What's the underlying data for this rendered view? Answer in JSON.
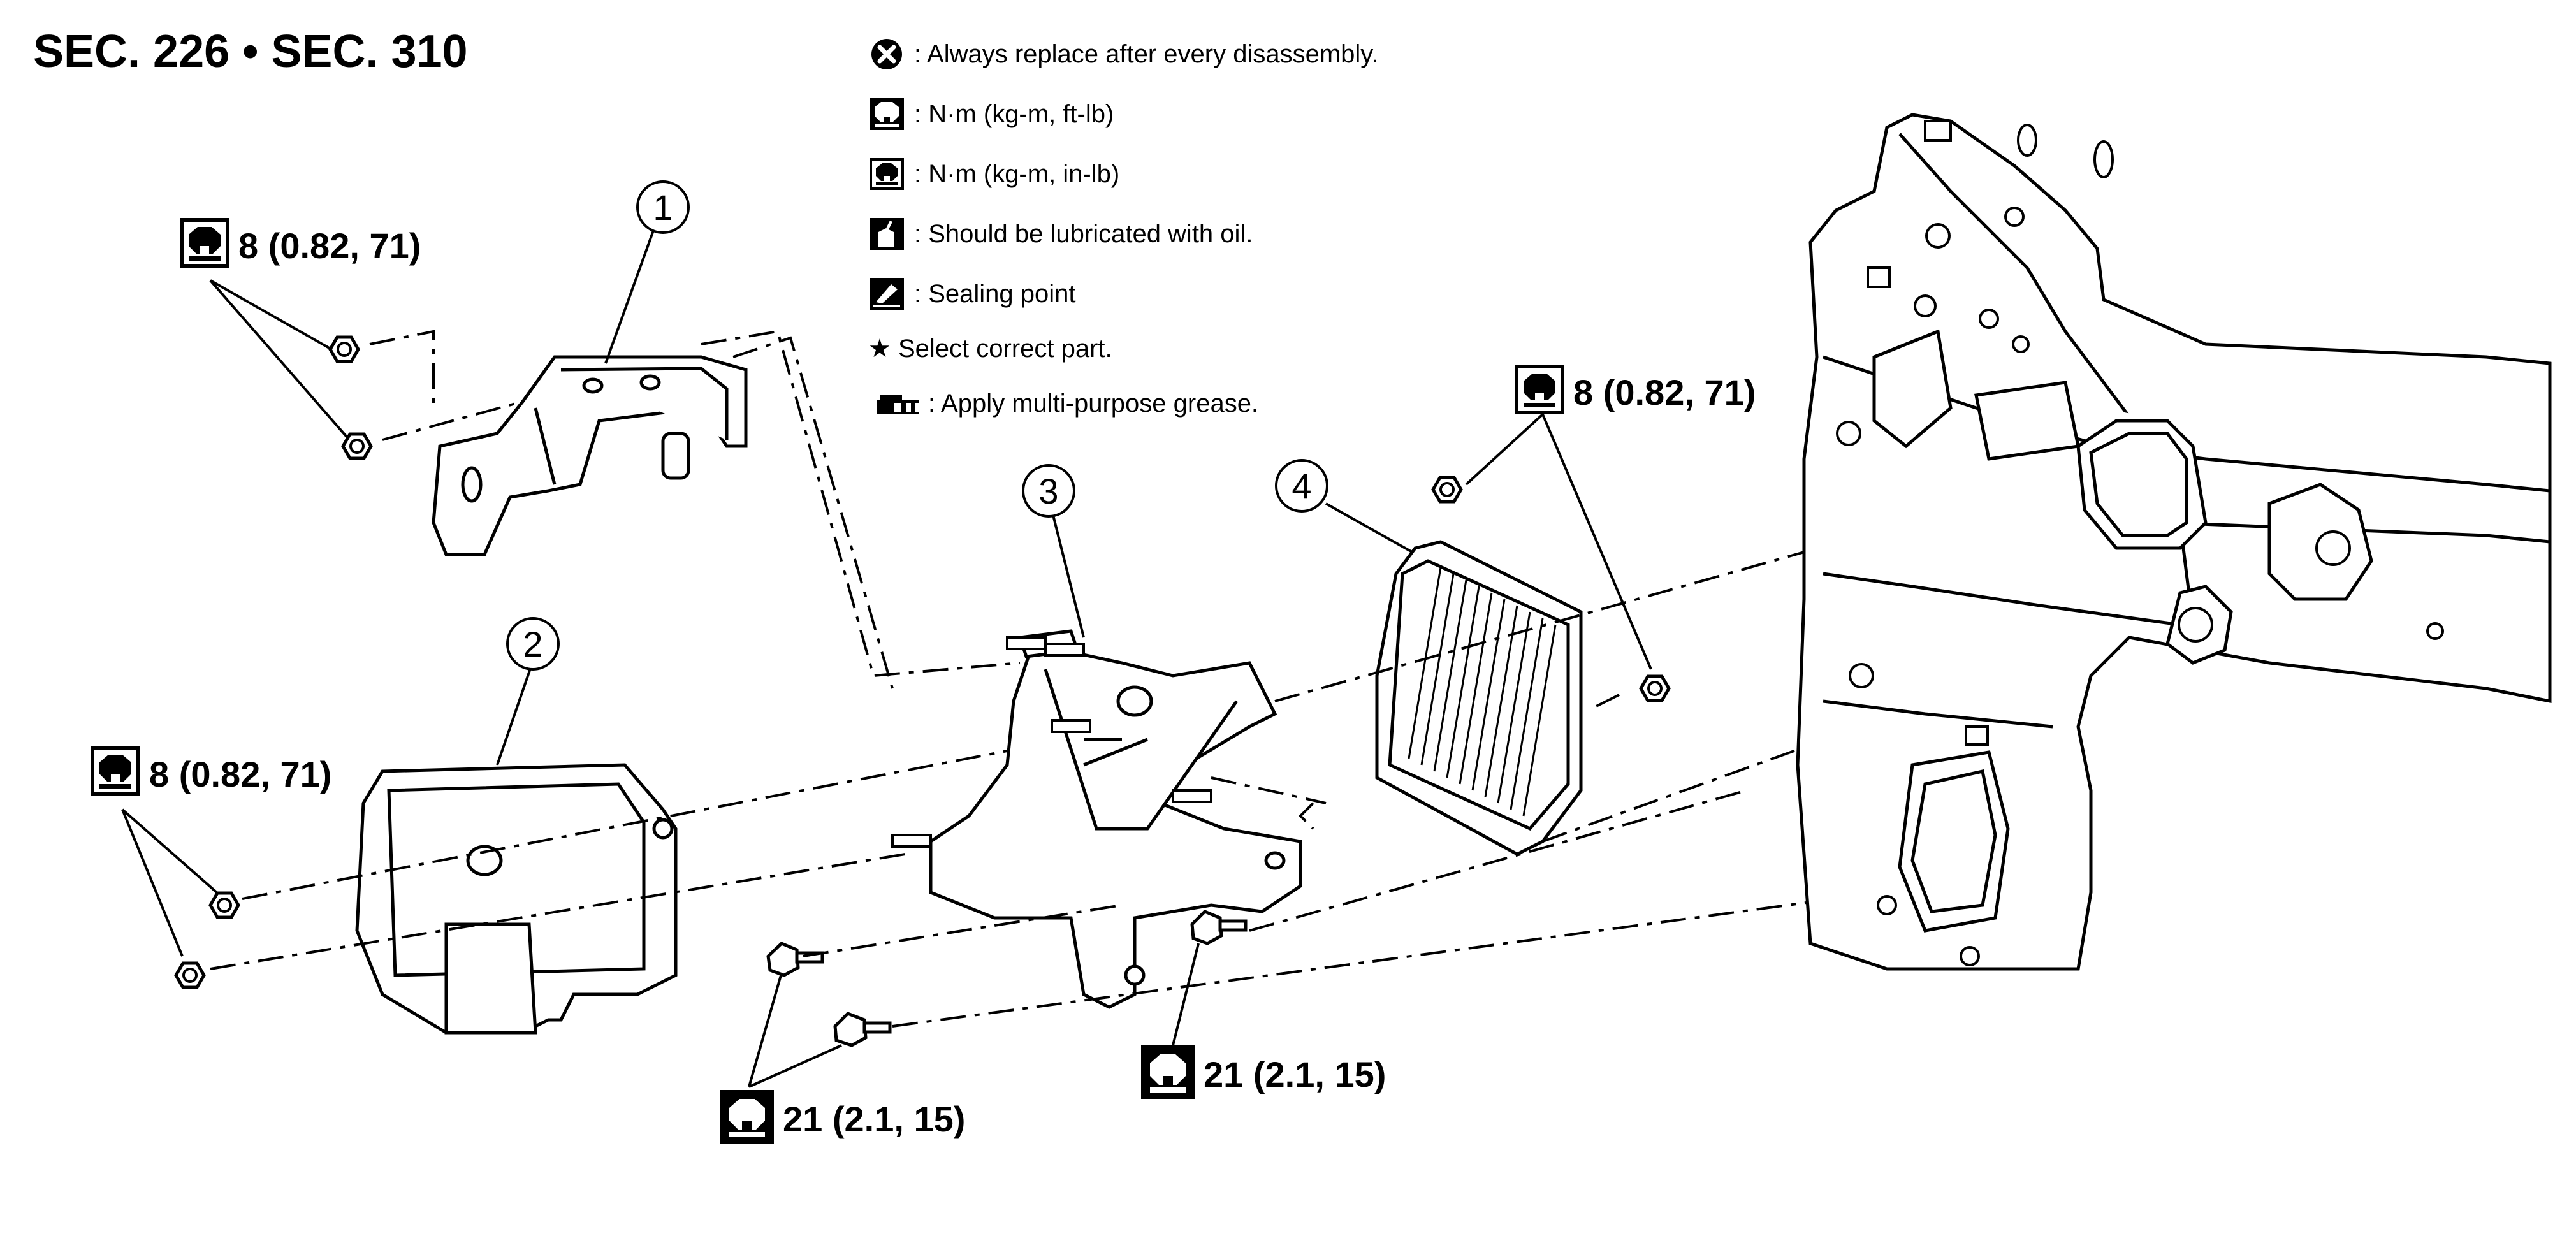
{
  "title": "SEC. 226 • SEC. 310",
  "legend": [
    {
      "icon": "circle-x-icon",
      "text": ": Always replace after every disassembly."
    },
    {
      "icon": "wrench-ftlb-icon",
      "text": ": N·m (kg-m, ft-lb)"
    },
    {
      "icon": "wrench-inlb-icon",
      "text": ": N·m (kg-m, in-lb)"
    },
    {
      "icon": "oil-can-icon",
      "text": ": Should be lubricated with oil."
    },
    {
      "icon": "sealing-point-icon",
      "text": ": Sealing point"
    },
    {
      "icon": "star-icon",
      "text": "★ Select correct part."
    },
    {
      "icon": "grease-icon",
      "text": ": Apply multi-purpose grease."
    }
  ],
  "part_numbers": [
    "1",
    "2",
    "3",
    "4"
  ],
  "torque_callouts": [
    {
      "icon": "wrench-inlb-icon",
      "text": "8 (0.82, 71)"
    },
    {
      "icon": "wrench-inlb-icon",
      "text": "8 (0.82, 71)"
    },
    {
      "icon": "wrench-inlb-icon",
      "text": "8 (0.82, 71)"
    },
    {
      "icon": "wrench-ftlb-icon",
      "text": "21 (2.1, 15)"
    },
    {
      "icon": "wrench-ftlb-icon",
      "text": "21 (2.1, 15)"
    }
  ],
  "colors": {
    "line": "#000000",
    "background": "#ffffff"
  }
}
